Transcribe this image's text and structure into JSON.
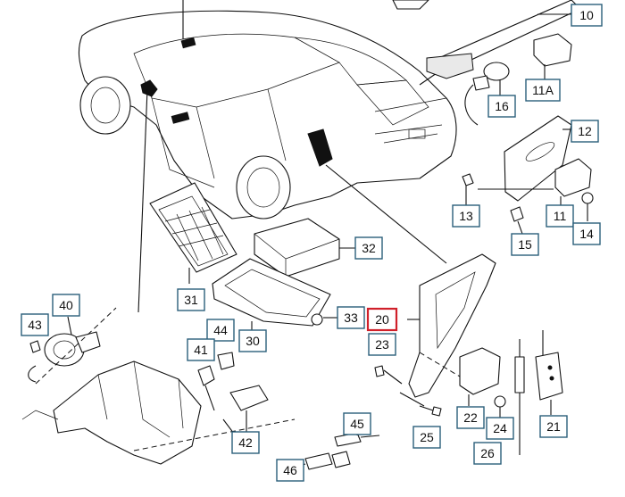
{
  "callouts": [
    {
      "id": "c10",
      "text": "10"
    },
    {
      "id": "c11A",
      "text": "11A"
    },
    {
      "id": "c16",
      "text": "16"
    },
    {
      "id": "c12",
      "text": "12"
    },
    {
      "id": "c13",
      "text": "13"
    },
    {
      "id": "c15",
      "text": "15"
    },
    {
      "id": "c11",
      "text": "11"
    },
    {
      "id": "c14",
      "text": "14"
    },
    {
      "id": "c32",
      "text": "32"
    },
    {
      "id": "c31",
      "text": "31"
    },
    {
      "id": "c30",
      "text": "30"
    },
    {
      "id": "c33",
      "text": "33"
    },
    {
      "id": "c20",
      "text": "20",
      "highlighted": true
    },
    {
      "id": "c23",
      "text": "23"
    },
    {
      "id": "c40",
      "text": "40"
    },
    {
      "id": "c43",
      "text": "43"
    },
    {
      "id": "c44",
      "text": "44"
    },
    {
      "id": "c41",
      "text": "41"
    },
    {
      "id": "c42",
      "text": "42"
    },
    {
      "id": "c45",
      "text": "45"
    },
    {
      "id": "c46",
      "text": "46"
    },
    {
      "id": "c22",
      "text": "22"
    },
    {
      "id": "c24",
      "text": "24"
    },
    {
      "id": "c21",
      "text": "21"
    },
    {
      "id": "c25",
      "text": "25"
    },
    {
      "id": "c26",
      "text": "26"
    }
  ],
  "colors": {
    "callout_border": "#2b5f7a",
    "highlight_border": "#d0202a",
    "line": "#111111"
  }
}
